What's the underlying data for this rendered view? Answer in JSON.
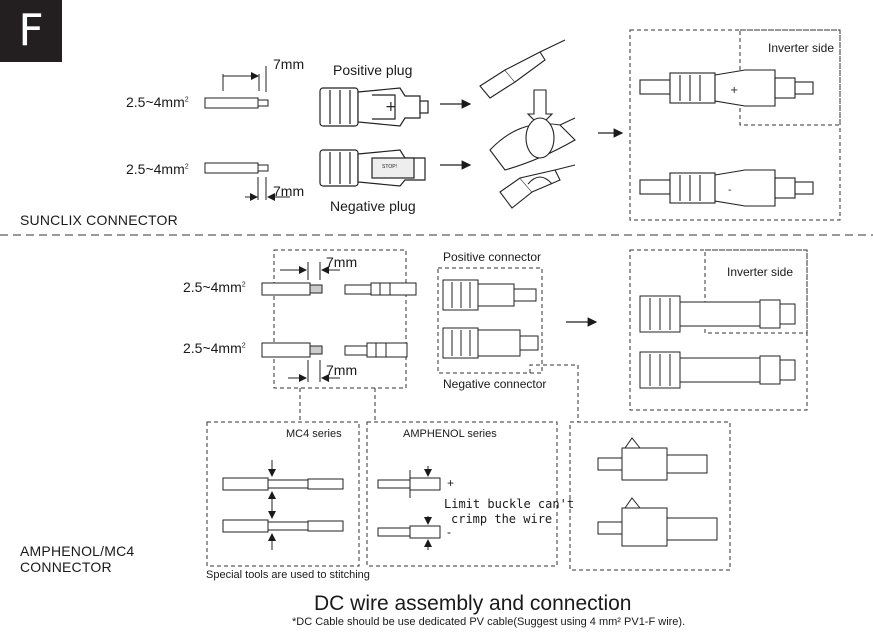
{
  "badge": "F",
  "sunclix": {
    "section_label": "SUNCLIX CONNECTOR",
    "strip_top": "7mm",
    "strip_bottom": "7mm",
    "wire_top": "2.5~4mm",
    "wire_bottom": "2.5~4mm",
    "sq": "2",
    "positive_plug": "Positive plug",
    "negative_plug": "Negative plug",
    "inverter_side": "Inverter side",
    "stop_text": "STOP!",
    "plus": "+",
    "minus": "-"
  },
  "amphenol": {
    "section_label_1": "AMPHENOL/MC4",
    "section_label_2": "CONNECTOR",
    "strip_top": "7mm",
    "strip_bottom": "7mm",
    "wire_top": "2.5~4mm",
    "wire_bottom": "2.5~4mm",
    "sq": "2",
    "positive_connector": "Positive connector",
    "negative_connector": "Negative connector",
    "inverter_side": "Inverter side",
    "mc4_series": "MC4 series",
    "amphenol_series": "AMPHENOL series",
    "limit_buckle_1": "Limit buckle can't",
    "limit_buckle_2": "crimp the wire",
    "plus": "+",
    "minus": "-",
    "special_tools": "Special tools are used to stitching"
  },
  "footer": {
    "title": "DC wire assembly and connection",
    "note": "*DC Cable should be use dedicated PV cable(Suggest using 4 mm² PV1-F wire)."
  }
}
